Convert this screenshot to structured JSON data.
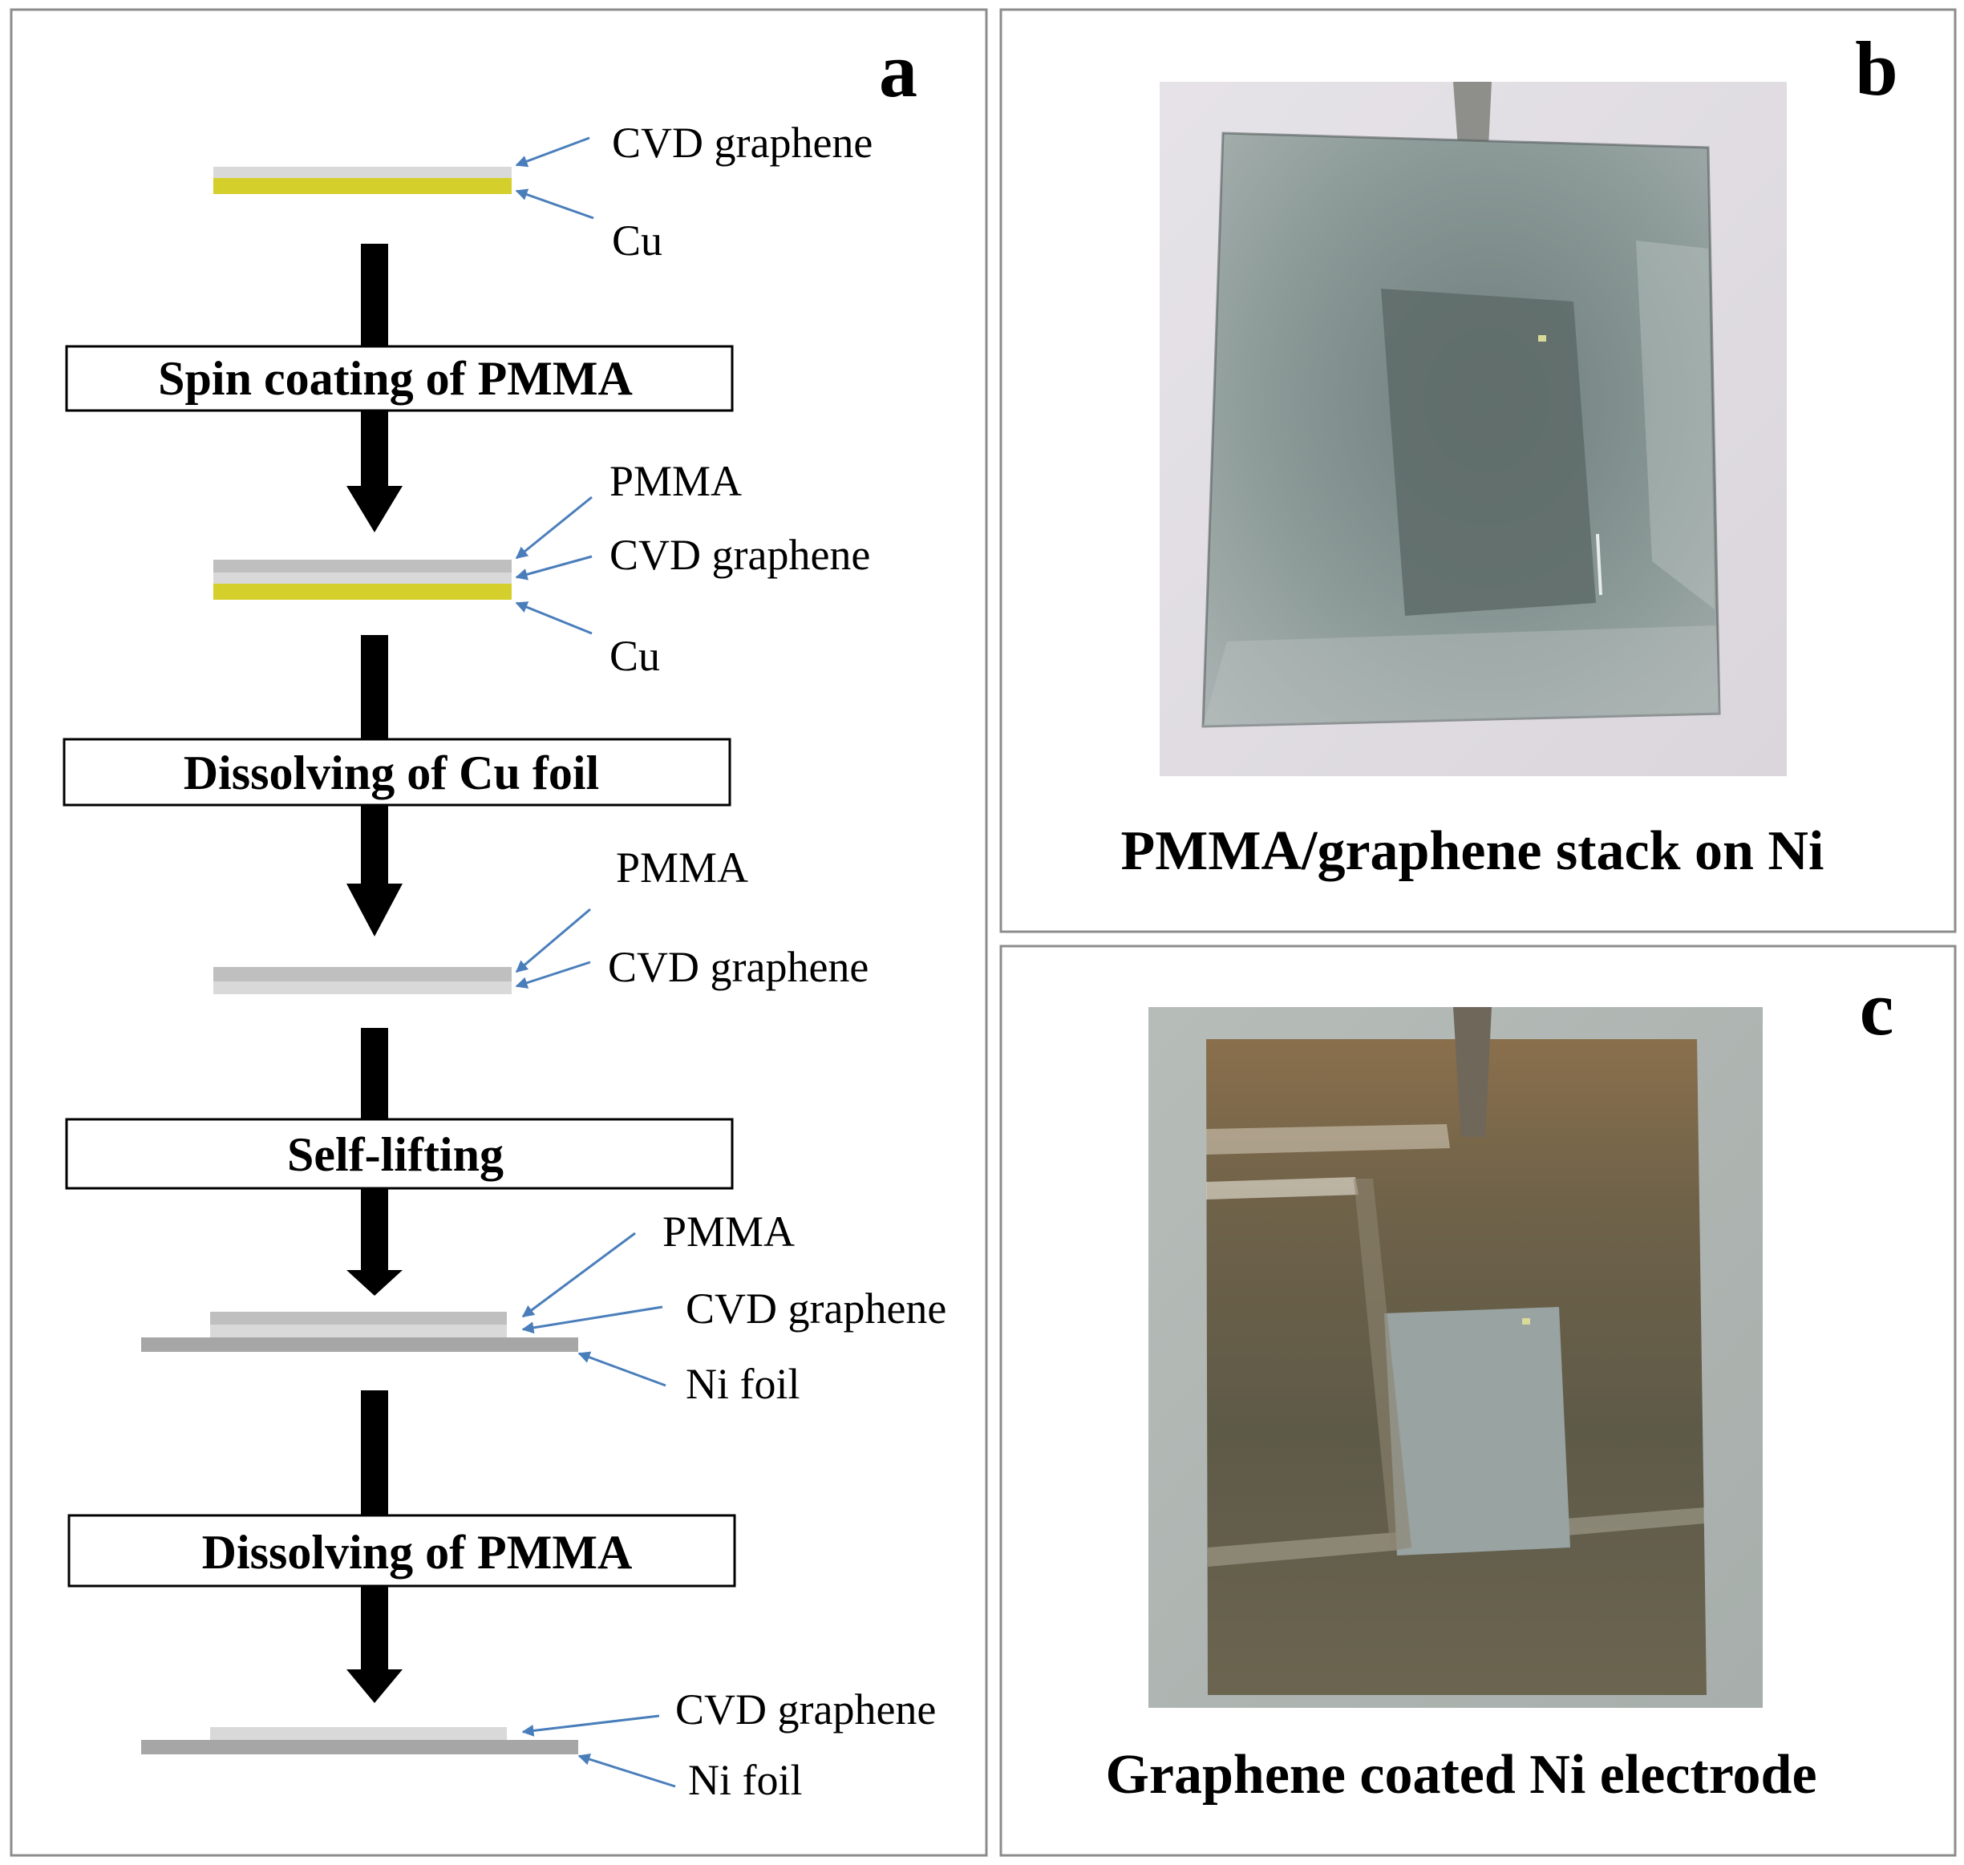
{
  "panels": {
    "a": {
      "letter": "a",
      "steps": [
        "Spin coating of PMMA",
        "Dissolving of Cu foil",
        "Self-lifting",
        "Dissolving of PMMA"
      ],
      "stage1": {
        "graphene": "CVD graphene",
        "cu": "Cu"
      },
      "stage2": {
        "pmma": "PMMA",
        "graphene": "CVD graphene",
        "cu": "Cu"
      },
      "stage3": {
        "pmma": "PMMA",
        "graphene": "CVD graphene"
      },
      "stage4": {
        "pmma": "PMMA",
        "graphene": "CVD graphene",
        "ni": "Ni foil"
      },
      "stage5": {
        "graphene": "CVD graphene",
        "ni": "Ni foil"
      }
    },
    "b": {
      "letter": "b",
      "caption": "PMMA/graphene stack on Ni"
    },
    "c": {
      "letter": "c",
      "caption": "Graphene coated Ni electrode"
    }
  },
  "colors": {
    "cu_layer": "#D4CF2A",
    "graphene_layer": "#D9D9D9",
    "pmma_layer": "#BFBFBF",
    "ni_layer": "#A6A6A6",
    "pointer_arrow": "#4A7EBB",
    "flow_arrow": "#000000",
    "panel_border": "#8C8C8C"
  }
}
